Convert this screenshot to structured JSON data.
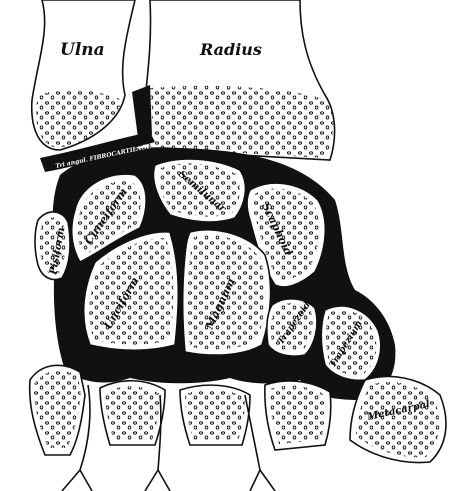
{
  "labels": {
    "ulna": "Ulna",
    "radius": "Radius",
    "cartilage": "Tri angul. FIBROCARTILAGE",
    "pisiform": "Pisiform",
    "cuneiform": "Cuneiform",
    "semilunar": "Semilunar",
    "scaphoid": "Scaphoid",
    "unciform": "Unciform",
    "magnum": "Magnum",
    "trapezoid": "Trapezoid",
    "trapezium": "Trapezium",
    "metacarpal": "Metacarpal"
  },
  "colors": {
    "ink": "#111111",
    "paper": "#ffffff"
  }
}
